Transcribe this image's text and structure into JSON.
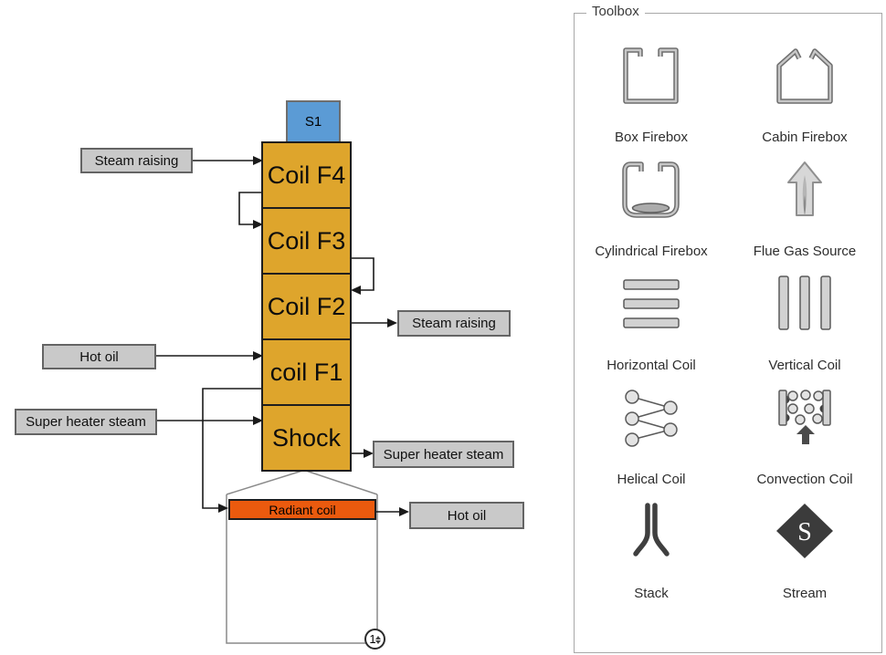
{
  "toolbox": {
    "title": "Toolbox",
    "stream_icon_letter": "S",
    "items": [
      {
        "label": "Box Firebox"
      },
      {
        "label": "Cabin Firebox"
      },
      {
        "label": "Cylindrical Firebox"
      },
      {
        "label": "Flue Gas Source"
      },
      {
        "label": "Horizontal Coil"
      },
      {
        "label": "Vertical Coil"
      },
      {
        "label": "Helical Coil"
      },
      {
        "label": "Convection Coil"
      },
      {
        "label": "Stack"
      },
      {
        "label": "Stream"
      }
    ]
  },
  "canvas": {
    "stream_node": {
      "label": "S1"
    },
    "coil_sections": [
      {
        "label": "Coil F4"
      },
      {
        "label": "Coil F3"
      },
      {
        "label": "Coil F2"
      },
      {
        "label": "coil F1"
      },
      {
        "label": "Shock"
      }
    ],
    "radiant_coil": {
      "label": "Radiant coil"
    },
    "firebox_badge": {
      "value": "1"
    },
    "stream_labels": {
      "left": [
        "Steam raising",
        "Hot oil",
        "Super heater steam"
      ],
      "right": [
        "Steam raising",
        "Super heater steam",
        "Hot oil"
      ]
    },
    "colors": {
      "coil_fill": "#DEA52C",
      "stream_node_fill": "#5B9BD5",
      "radiant_fill": "#EB5A0E",
      "label_fill": "#C9C9C9",
      "connector": "#1A1A1A",
      "stream_icon_fill": "#3B3B3B"
    }
  }
}
